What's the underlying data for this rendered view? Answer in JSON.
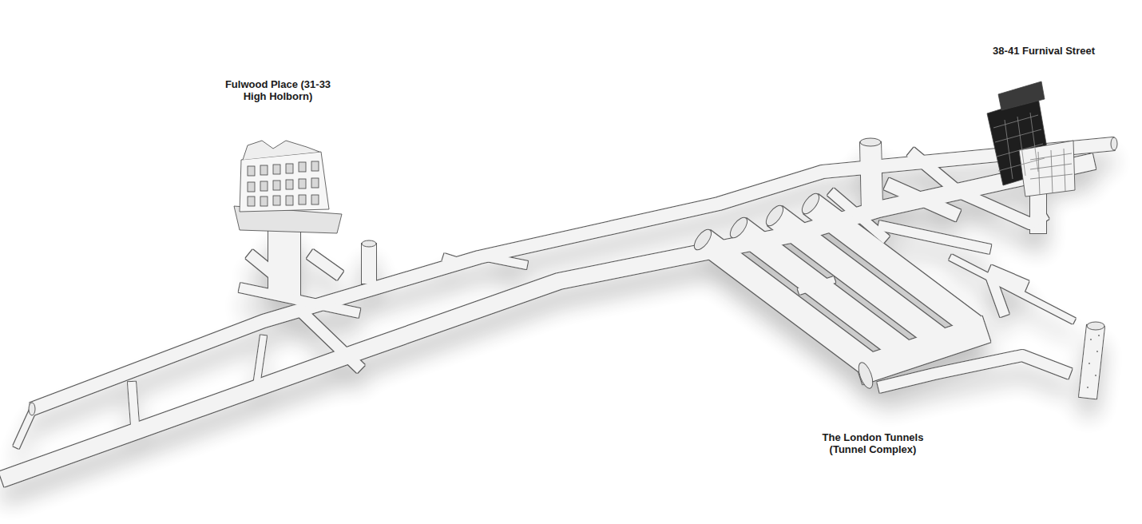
{
  "diagram": {
    "labels": [
      "Fulwood Place (31-33 High Holborn)",
      "38-41 Furnival Street",
      "The London Tunnels (Tunnel Complex)"
    ]
  }
}
